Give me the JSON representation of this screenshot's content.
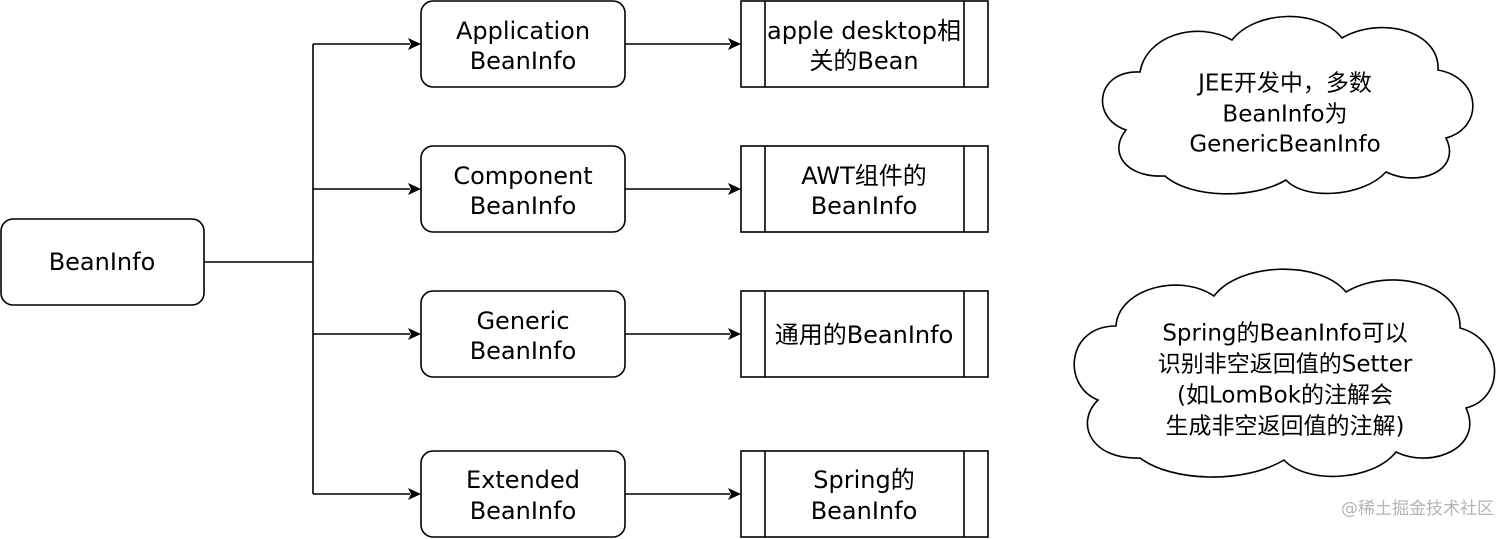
{
  "diagram": {
    "root": {
      "label": "BeanInfo"
    },
    "children": [
      {
        "label_lines": [
          "Application",
          "BeanInfo"
        ],
        "description_lines": [
          "apple desktop相",
          "关的Bean"
        ]
      },
      {
        "label_lines": [
          "Component",
          "BeanInfo"
        ],
        "description_lines": [
          "AWT组件的",
          "BeanInfo"
        ]
      },
      {
        "label_lines": [
          "Generic",
          "BeanInfo"
        ],
        "description_lines": [
          "通用的BeanInfo"
        ]
      },
      {
        "label_lines": [
          "Extended",
          "BeanInfo"
        ],
        "description_lines": [
          "Spring的",
          "BeanInfo"
        ]
      }
    ],
    "notes": [
      {
        "lines": [
          "JEE开发中，多数",
          "BeanInfo为",
          "GenericBeanInfo"
        ]
      },
      {
        "lines": [
          "Spring的BeanInfo可以",
          "识别非空返回值的Setter",
          "(如LomBok的注解会",
          "生成非空返回值的注解)"
        ]
      }
    ],
    "colors": {
      "stroke": "#000000",
      "fill": "#ffffff",
      "text": "#000000",
      "watermark": "#b4b4b4"
    }
  },
  "watermark": {
    "text": "@稀土掘金技术社区"
  }
}
